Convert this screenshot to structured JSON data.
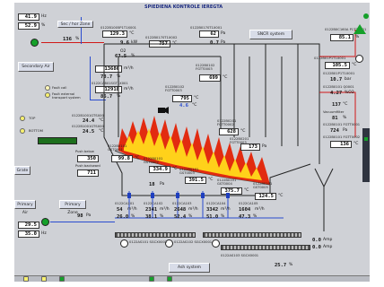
{
  "header": {
    "title": "SPIEDIENA KONTROLE IEREGTA"
  },
  "left_panel": {
    "val_top1": "41.9",
    "unit_top1": "Hz",
    "val_top2": "52.9",
    "unit_top2": "%",
    "val_top3": "136",
    "unit_top3": "%",
    "secondary_air_label": "Secondary Air",
    "fault_call": "Fault call",
    "fault_external": "Fault external transport system",
    "top_label": "TOP",
    "bottom_label": "BOTTOM",
    "grate_label": "Grate",
    "push_below_label": "Push below",
    "push_below_val": "350",
    "push_backward_label": "Push backward",
    "push_backward_val": "711",
    "primary_air_label": "Primary Air",
    "primary_zone_label": "Primary Zone",
    "primary_air_val": "98",
    "primary_air_unit": "Pa",
    "low_val1": "29.5",
    "low_val2": "35.0",
    "low_unit": "Hz"
  },
  "top_row": {
    "sec_hor_zone": "Sec / hor Zone",
    "v1_tag": "0122B1005P1T1X001",
    "v1_val": "129.3",
    "v1_unit": "°C",
    "v2_val": "9.6",
    "v2_unit": "kW",
    "v3_tag": "0122B0170T1X002",
    "v3_val": "757",
    "v3_unit": "°C",
    "v4_tag": "0122B0170T1X001",
    "v4_val": "62",
    "v4_unit": "Pa",
    "v5_val": "0.7",
    "v5_unit": "Pa",
    "sncr_label": "SNCR system"
  },
  "upper_left": {
    "o2_label": "O2",
    "o2_val": "67.5",
    "o2_unit": "%",
    "v1_val": "13686",
    "v1_unit": "m³/h",
    "v2_val": "78.7",
    "v2_unit": "%",
    "v3_tag": "0122CA801SGT1X001",
    "v3_val": "12918",
    "v3_unit": "m³/h",
    "v4_val": "86.7",
    "v4_unit": "%",
    "v5_tag": "0122B1001GTSX00",
    "v5_val": "24.4",
    "v5_unit": "°C",
    "v6_tag": "0122B1001GTSX00",
    "v6_val": "24.5",
    "v6_unit": "°C"
  },
  "center_upper": {
    "t1_tag": "0122B0102 FGTT0003",
    "t1_val": "699",
    "t1_unit": "°C",
    "t2_tag": "0122B0102 FGTT0003",
    "t2_val": "795",
    "t2_unit": "°C",
    "t3_val": "4.6",
    "t3_unit": "°C",
    "t4_tag": "0122B0201 FGTT0002",
    "t4_val": "628",
    "t4_unit": "°C",
    "t5_tag": "0122B0201 FGTT0003",
    "t5_val": "173",
    "t5_unit": "Pa"
  },
  "furnace": {
    "f1_tag": "0122B0101 GST0001",
    "f1_val": "99.8",
    "f1_unit": "°C",
    "f2_tag": "0122B0101 GST0002",
    "f2_val": "334.9",
    "f2_unit": "°C",
    "f3_tag": "0122B0101 GST0003",
    "f3_val": "391.5",
    "f3_unit": "°C",
    "f4_tag": "0122B0101 GST0004",
    "f4_val": "375.7",
    "f4_unit": "°C",
    "f5_tag": "0122B0101 GST0005",
    "f5_val": "124.5",
    "f5_unit": "°C",
    "press_val": "18",
    "press_unit": "Pa"
  },
  "bottom_flow": {
    "v1_tag": "0122CA101",
    "v1_val": "54",
    "v1_unit": "m³/h",
    "v1b_val": "26.0",
    "v1b_unit": "%",
    "v2_tag": "0122CA102",
    "v2_val": "2341",
    "v2_unit": "m³/h",
    "v2b_val": "38.1",
    "v2b_unit": "%",
    "v3_tag": "0122CA103",
    "v3_val": "2648",
    "v3_unit": "m³/h",
    "v3b_val": "52.4",
    "v3b_unit": "%",
    "v4_tag": "0122CA104",
    "v4_val": "3342",
    "v4_unit": "m³/h",
    "v4b_val": "51.0",
    "v4b_unit": "%",
    "v5_tag": "0122CA105",
    "v5_val": "1604",
    "v5_unit": "m³/h",
    "v5b_val": "47.3",
    "v5b_unit": "%"
  },
  "right_panel": {
    "r1_tag": "0122B0C160A P1T2X001",
    "r1_val": "85.1",
    "r1_unit": "%",
    "r2_tag": "0122B01P1T1X001",
    "r2_val": "105.5",
    "r2_unit": "°C",
    "r3_tag": "0122B01P1T1X001",
    "r3_val": "10.7",
    "r3_unit": "bar",
    "r4_tag": "0122B0101 Q0001",
    "r4_val": "4.27",
    "r4_unit": "%O2",
    "r5_val": "137",
    "r5_unit": "°C",
    "r6_tag": "Vacuumfilter",
    "r6_val": "81",
    "r6_unit": "%",
    "r7_tag": "0122B0101 FGTT0001",
    "r7_val": "724",
    "r7_unit": "Pa",
    "r8_tag": "0122B0101 FGTT0002",
    "r8_val": "136",
    "r8_unit": "°C",
    "ash_v1": "0.0",
    "ash_v1_unit": "Amp",
    "ash_v2": "0.0",
    "ash_v2_unit": "Amp",
    "bottom_val": "25.7",
    "bottom_unit": "%"
  },
  "bottom_bar": {
    "ash_system_label": "Ash system",
    "tag_a": "0122AS101 SGCX0001",
    "tag_b": "0122AS102 SGCX0001",
    "tag_c": "0122AS103 SGCX0001"
  },
  "colors": {
    "panel_bg": "#cfd1d6",
    "flame_red": "#e22b10",
    "flame_yellow": "#ffd11a",
    "accent_red": "#d01818",
    "accent_blue": "#2a4ccf",
    "status_green": "#15a02a"
  }
}
